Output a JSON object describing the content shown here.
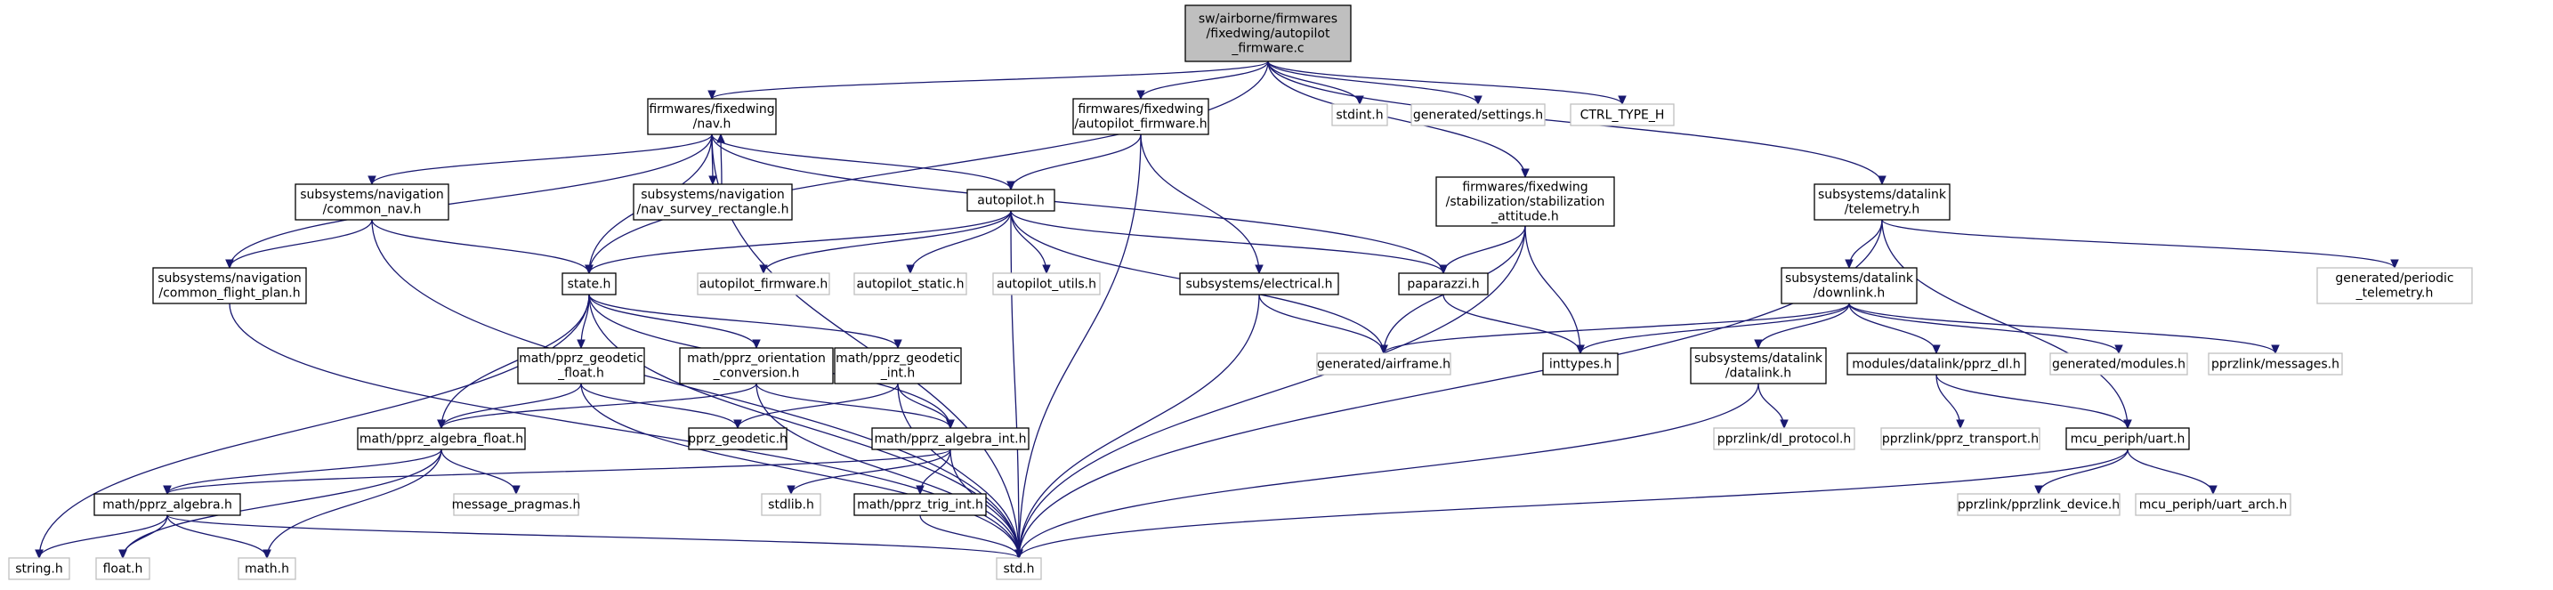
{
  "nodes": [
    {
      "id": "root",
      "kind": "root",
      "lines": [
        "sw/airborne/firmwares",
        "/fixedwing/autopilot",
        "_firmware.c"
      ]
    },
    {
      "id": "nav_h",
      "kind": "real",
      "lines": [
        "firmwares/fixedwing",
        "/nav.h"
      ]
    },
    {
      "id": "ap_fw_h",
      "kind": "real",
      "lines": [
        "firmwares/fixedwing",
        "/autopilot_firmware.h"
      ]
    },
    {
      "id": "stdint",
      "kind": "ext",
      "lines": [
        "stdint.h"
      ]
    },
    {
      "id": "gen_settings",
      "kind": "ext",
      "lines": [
        "generated/settings.h"
      ]
    },
    {
      "id": "ctrl_type",
      "kind": "ext",
      "lines": [
        "CTRL_TYPE_H"
      ]
    },
    {
      "id": "common_nav",
      "kind": "real",
      "lines": [
        "subsystems/navigation",
        "/common_nav.h"
      ]
    },
    {
      "id": "nav_survey",
      "kind": "real",
      "lines": [
        "subsystems/navigation",
        "/nav_survey_rectangle.h"
      ]
    },
    {
      "id": "autopilot_h",
      "kind": "real",
      "lines": [
        "autopilot.h"
      ]
    },
    {
      "id": "stab_att",
      "kind": "real",
      "lines": [
        "firmwares/fixedwing",
        "/stabilization/stabilization",
        "_attitude.h"
      ]
    },
    {
      "id": "telemetry",
      "kind": "real",
      "lines": [
        "subsystems/datalink",
        "/telemetry.h"
      ]
    },
    {
      "id": "common_fp",
      "kind": "real",
      "lines": [
        "subsystems/navigation",
        "/common_flight_plan.h"
      ]
    },
    {
      "id": "state_h",
      "kind": "real",
      "lines": [
        "state.h"
      ]
    },
    {
      "id": "ap_firmware_h",
      "kind": "ext",
      "lines": [
        "autopilot_firmware.h"
      ]
    },
    {
      "id": "ap_static",
      "kind": "ext",
      "lines": [
        "autopilot_static.h"
      ]
    },
    {
      "id": "ap_utils",
      "kind": "ext",
      "lines": [
        "autopilot_utils.h"
      ]
    },
    {
      "id": "electrical",
      "kind": "real",
      "lines": [
        "subsystems/electrical.h"
      ]
    },
    {
      "id": "paparazzi",
      "kind": "real",
      "lines": [
        "paparazzi.h"
      ]
    },
    {
      "id": "downlink",
      "kind": "real",
      "lines": [
        "subsystems/datalink",
        "/downlink.h"
      ]
    },
    {
      "id": "gen_periodic",
      "kind": "ext",
      "lines": [
        "generated/periodic",
        "_telemetry.h"
      ]
    },
    {
      "id": "geo_float",
      "kind": "real",
      "lines": [
        "math/pprz_geodetic",
        "_float.h"
      ]
    },
    {
      "id": "orient_conv",
      "kind": "real",
      "lines": [
        "math/pprz_orientation",
        "_conversion.h"
      ]
    },
    {
      "id": "geo_int",
      "kind": "real",
      "lines": [
        "math/pprz_geodetic",
        "_int.h"
      ]
    },
    {
      "id": "gen_airframe",
      "kind": "ext",
      "lines": [
        "generated/airframe.h"
      ]
    },
    {
      "id": "inttypes",
      "kind": "real",
      "lines": [
        "inttypes.h"
      ]
    },
    {
      "id": "datalink_h",
      "kind": "real",
      "lines": [
        "subsystems/datalink",
        "/datalink.h"
      ]
    },
    {
      "id": "pprz_dl",
      "kind": "real",
      "lines": [
        "modules/datalink/pprz_dl.h"
      ]
    },
    {
      "id": "gen_modules",
      "kind": "ext",
      "lines": [
        "generated/modules.h"
      ]
    },
    {
      "id": "pprzlink_msgs",
      "kind": "ext",
      "lines": [
        "pprzlink/messages.h"
      ]
    },
    {
      "id": "alg_float",
      "kind": "real",
      "lines": [
        "math/pprz_algebra_float.h"
      ]
    },
    {
      "id": "pprz_geodetic",
      "kind": "real",
      "lines": [
        "pprz_geodetic.h"
      ]
    },
    {
      "id": "alg_int",
      "kind": "real",
      "lines": [
        "math/pprz_algebra_int.h"
      ]
    },
    {
      "id": "dl_protocol",
      "kind": "ext",
      "lines": [
        "pprzlink/dl_protocol.h"
      ]
    },
    {
      "id": "pprz_transport",
      "kind": "ext",
      "lines": [
        "pprzlink/pprz_transport.h"
      ]
    },
    {
      "id": "uart",
      "kind": "real",
      "lines": [
        "mcu_periph/uart.h"
      ]
    },
    {
      "id": "pprz_algebra",
      "kind": "real",
      "lines": [
        "math/pprz_algebra.h"
      ]
    },
    {
      "id": "msg_pragmas",
      "kind": "ext",
      "lines": [
        "message_pragmas.h"
      ]
    },
    {
      "id": "stdlib",
      "kind": "ext",
      "lines": [
        "stdlib.h"
      ]
    },
    {
      "id": "trig_int",
      "kind": "real",
      "lines": [
        "math/pprz_trig_int.h"
      ]
    },
    {
      "id": "pprzlink_dev",
      "kind": "ext",
      "lines": [
        "pprzlink/pprzlink_device.h"
      ]
    },
    {
      "id": "uart_arch",
      "kind": "ext",
      "lines": [
        "mcu_periph/uart_arch.h"
      ]
    },
    {
      "id": "string_h",
      "kind": "ext",
      "lines": [
        "string.h"
      ]
    },
    {
      "id": "float_h",
      "kind": "ext",
      "lines": [
        "float.h"
      ]
    },
    {
      "id": "math_h",
      "kind": "ext",
      "lines": [
        "math.h"
      ]
    },
    {
      "id": "std_h",
      "kind": "ext",
      "lines": [
        "std.h"
      ]
    }
  ],
  "edges": [
    [
      "root",
      "nav_h"
    ],
    [
      "root",
      "ap_fw_h"
    ],
    [
      "root",
      "stdint"
    ],
    [
      "root",
      "gen_settings"
    ],
    [
      "root",
      "ctrl_type"
    ],
    [
      "root",
      "state_h"
    ],
    [
      "root",
      "stab_att"
    ],
    [
      "root",
      "telemetry"
    ],
    [
      "nav_h",
      "common_nav"
    ],
    [
      "nav_h",
      "nav_survey"
    ],
    [
      "nav_h",
      "autopilot_h"
    ],
    [
      "nav_h",
      "common_fp"
    ],
    [
      "nav_h",
      "state_h"
    ],
    [
      "nav_h",
      "paparazzi"
    ],
    [
      "nav_h",
      "std_h"
    ],
    [
      "nav_survey",
      "nav_h"
    ],
    [
      "ap_fw_h",
      "autopilot_h"
    ],
    [
      "ap_fw_h",
      "electrical"
    ],
    [
      "ap_fw_h",
      "std_h"
    ],
    [
      "common_nav",
      "common_fp"
    ],
    [
      "common_nav",
      "state_h"
    ],
    [
      "common_nav",
      "std_h"
    ],
    [
      "autopilot_h",
      "state_h"
    ],
    [
      "autopilot_h",
      "ap_firmware_h"
    ],
    [
      "autopilot_h",
      "ap_static"
    ],
    [
      "autopilot_h",
      "ap_utils"
    ],
    [
      "autopilot_h",
      "paparazzi"
    ],
    [
      "autopilot_h",
      "gen_airframe"
    ],
    [
      "autopilot_h",
      "std_h"
    ],
    [
      "stab_att",
      "paparazzi"
    ],
    [
      "stab_att",
      "gen_airframe"
    ],
    [
      "stab_att",
      "inttypes"
    ],
    [
      "stab_att",
      "std_h"
    ],
    [
      "telemetry",
      "downlink"
    ],
    [
      "telemetry",
      "gen_periodic"
    ],
    [
      "telemetry",
      "uart"
    ],
    [
      "telemetry",
      "std_h"
    ],
    [
      "common_fp",
      "std_h"
    ],
    [
      "state_h",
      "geo_float"
    ],
    [
      "state_h",
      "orient_conv"
    ],
    [
      "state_h",
      "geo_int"
    ],
    [
      "state_h",
      "alg_float"
    ],
    [
      "state_h",
      "alg_int"
    ],
    [
      "state_h",
      "string_h"
    ],
    [
      "state_h",
      "std_h"
    ],
    [
      "electrical",
      "gen_airframe"
    ],
    [
      "electrical",
      "std_h"
    ],
    [
      "paparazzi",
      "inttypes"
    ],
    [
      "downlink",
      "gen_airframe"
    ],
    [
      "downlink",
      "inttypes"
    ],
    [
      "downlink",
      "datalink_h"
    ],
    [
      "downlink",
      "pprz_dl"
    ],
    [
      "downlink",
      "gen_modules"
    ],
    [
      "downlink",
      "pprzlink_msgs"
    ],
    [
      "geo_float",
      "alg_float"
    ],
    [
      "geo_float",
      "pprz_geodetic"
    ],
    [
      "geo_float",
      "std_h"
    ],
    [
      "orient_conv",
      "alg_float"
    ],
    [
      "orient_conv",
      "alg_int"
    ],
    [
      "orient_conv",
      "std_h"
    ],
    [
      "geo_int",
      "pprz_geodetic"
    ],
    [
      "geo_int",
      "alg_int"
    ],
    [
      "geo_int",
      "std_h"
    ],
    [
      "alg_float",
      "pprz_algebra"
    ],
    [
      "alg_float",
      "msg_pragmas"
    ],
    [
      "alg_float",
      "float_h"
    ],
    [
      "alg_float",
      "math_h"
    ],
    [
      "alg_int",
      "pprz_algebra"
    ],
    [
      "alg_int",
      "stdlib"
    ],
    [
      "alg_int",
      "trig_int"
    ],
    [
      "alg_int",
      "std_h"
    ],
    [
      "datalink_h",
      "dl_protocol"
    ],
    [
      "datalink_h",
      "std_h"
    ],
    [
      "pprz_dl",
      "pprz_transport"
    ],
    [
      "pprz_dl",
      "uart"
    ],
    [
      "uart",
      "pprzlink_dev"
    ],
    [
      "uart",
      "uart_arch"
    ],
    [
      "uart",
      "std_h"
    ],
    [
      "pprz_algebra",
      "string_h"
    ],
    [
      "pprz_algebra",
      "float_h"
    ],
    [
      "pprz_algebra",
      "math_h"
    ],
    [
      "pprz_algebra",
      "std_h"
    ],
    [
      "trig_int",
      "std_h"
    ]
  ]
}
